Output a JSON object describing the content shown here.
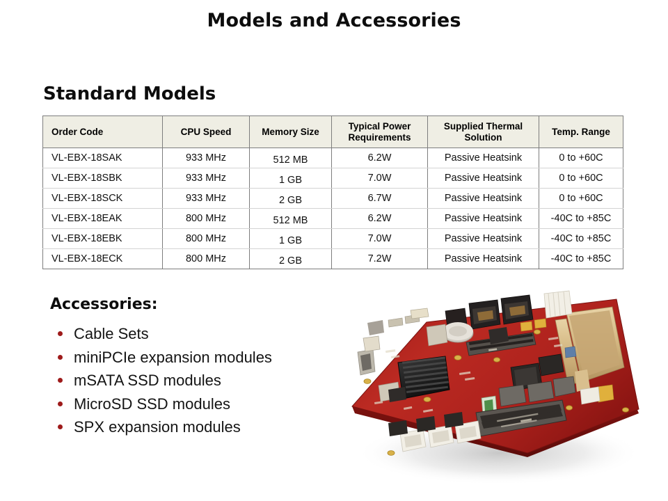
{
  "slide": {
    "title": "Models and Accessories",
    "section_heading": "Standard Models"
  },
  "table": {
    "headers": [
      "Order Code",
      "CPU Speed",
      "Memory  Size",
      "Typical Power Requirements",
      "Supplied Thermal Solution",
      "Temp. Range"
    ],
    "header_lines": {
      "power_l1": "Typical Power",
      "power_l2": "Requirements",
      "thermal_l1": "Supplied Thermal",
      "thermal_l2": "Solution"
    },
    "rows": [
      {
        "order_code": "VL-EBX-18SAK",
        "cpu_speed": "933 MHz",
        "memory_size": "512 MB",
        "power": "6.2W",
        "thermal": "Passive Heatsink",
        "temp_range": "0 to +60C"
      },
      {
        "order_code": "VL-EBX-18SBK",
        "cpu_speed": "933 MHz",
        "memory_size": "1 GB",
        "power": "7.0W",
        "thermal": "Passive Heatsink",
        "temp_range": "0 to +60C"
      },
      {
        "order_code": "VL-EBX-18SCK",
        "cpu_speed": "933 MHz",
        "memory_size": "2 GB",
        "power": "6.7W",
        "thermal": "Passive Heatsink",
        "temp_range": "0 to +60C"
      },
      {
        "order_code": "VL-EBX-18EAK",
        "cpu_speed": "800 MHz",
        "memory_size": "512 MB",
        "power": "6.2W",
        "thermal": "Passive Heatsink",
        "temp_range": "-40C to +85C"
      },
      {
        "order_code": "VL-EBX-18EBK",
        "cpu_speed": "800 MHz",
        "memory_size": "1 GB",
        "power": "7.0W",
        "thermal": "Passive Heatsink",
        "temp_range": "-40C to +85C"
      },
      {
        "order_code": "VL-EBX-18ECK",
        "cpu_speed": "800 MHz",
        "memory_size": "2 GB",
        "power": "7.2W",
        "thermal": "Passive Heatsink",
        "temp_range": "-40C to +85C"
      }
    ]
  },
  "accessories": {
    "heading": "Accessories:",
    "items": [
      "Cable Sets",
      "miniPCIe expansion modules",
      "mSATA SSD modules",
      "MicroSD SSD modules",
      "SPX expansion modules"
    ]
  },
  "image": {
    "name": "single-board-computer-photo",
    "alt": "Red single board computer shown at an angle"
  },
  "colors": {
    "header_fill": "#efeee4",
    "border_strong": "#7d7d7d",
    "border_light": "#d3d3d3",
    "bullet_red": "#9e1b1b",
    "board_red": "#b1231f",
    "background": "#ffffff"
  }
}
